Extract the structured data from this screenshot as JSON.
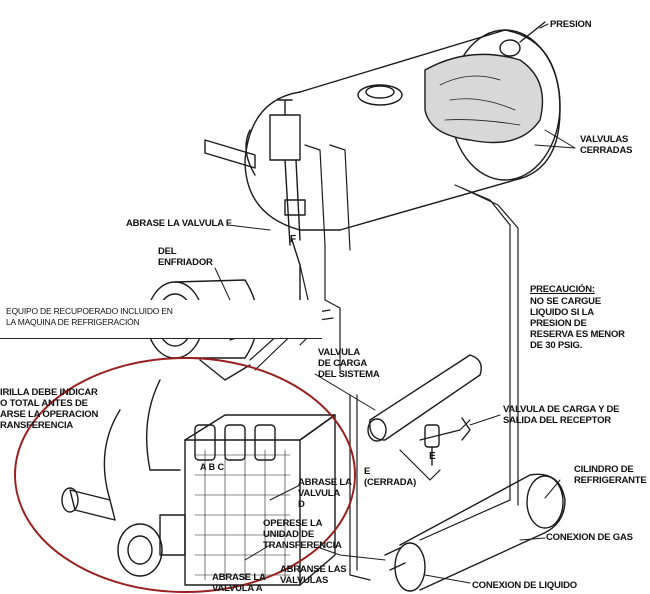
{
  "labels": {
    "presion": "PRESION",
    "valvulas_cerradas": "VALVULAS\nCERRADAS",
    "abrase_valvula_f": "ABRASE LA VALVULA F",
    "del_enfriador": "DEL\nENFRIADOR",
    "equipo_recuperado": "EQUIPO DE RECUPOERADO INCLUIDO EN\nLA MAQUINA DE REFRIGERACIÓN",
    "mirilla": "IRILLA DEBE INDICAR\nO TOTAL ANTES DE\nARSE LA OPERACION\nRANSFERENCIA",
    "valvula_carga_sistema": "VALVULA\nDE CARGA\nDEL SISTEMA",
    "precaucion_title": "PRECAUCIÓN:",
    "precaucion_body": "NO SE CARGUE\nLIQUIDO SI LA\nPRESION DE\nRESERVA ES MENOR\nDE 30 PSIG.",
    "valvula_carga_salida": "VALVULA DE CARGA Y DE\nSALIDA DEL RECEPTOR",
    "abrase_valvula_d": "ABRASE LA\nVALVULA\nD",
    "e_cerrada": "E\n(CERRADA)",
    "cilindro": "CILINDRO DE\nREFRIGERANTE",
    "operese": "OPERESE LA\nUNIDAD DE\nTRANSFERENCIA",
    "conexion_gas": "CONEXION DE GAS",
    "abranse_valvulas": "ABRANSE LAS\nVALVULAS",
    "abrase_valvula_a": "ABRASE LA\nVALVULA A",
    "conexion_liquido": "CONEXION DE LIQUIDO",
    "valve_f": "F",
    "valve_e": "E",
    "unit_letters": "A  B  C"
  },
  "colors": {
    "ink": "#1a1a1a",
    "highlight_circle": "#9a1f1f",
    "background": "#ffffff"
  }
}
